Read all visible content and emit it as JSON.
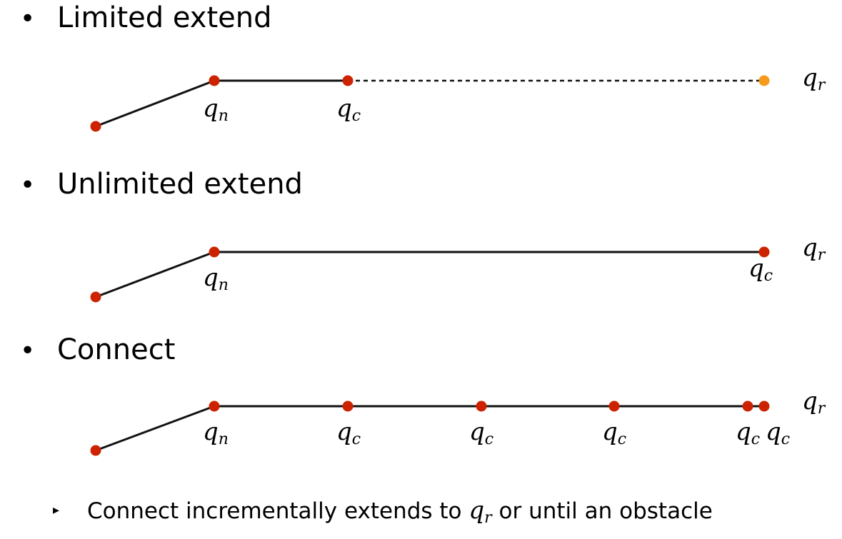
{
  "bullet_glyph": "•",
  "sub_bullet_glyph": "▸",
  "sections": [
    {
      "title": "Limited extend"
    },
    {
      "title": "Unlimited extend"
    },
    {
      "title": "Connect"
    }
  ],
  "note": {
    "prefix": "Connect incrementally extends to ",
    "math_base": "q",
    "math_sub": "r",
    "suffix": " or until an obstacle"
  },
  "labels": {
    "qn": {
      "base": "q",
      "sub": "n"
    },
    "qc": {
      "base": "q",
      "sub": "c"
    },
    "qr": {
      "base": "q",
      "sub": "r"
    }
  },
  "colors": {
    "node": "#cc2200",
    "target": "#f59a1b",
    "edge": "#111111"
  }
}
